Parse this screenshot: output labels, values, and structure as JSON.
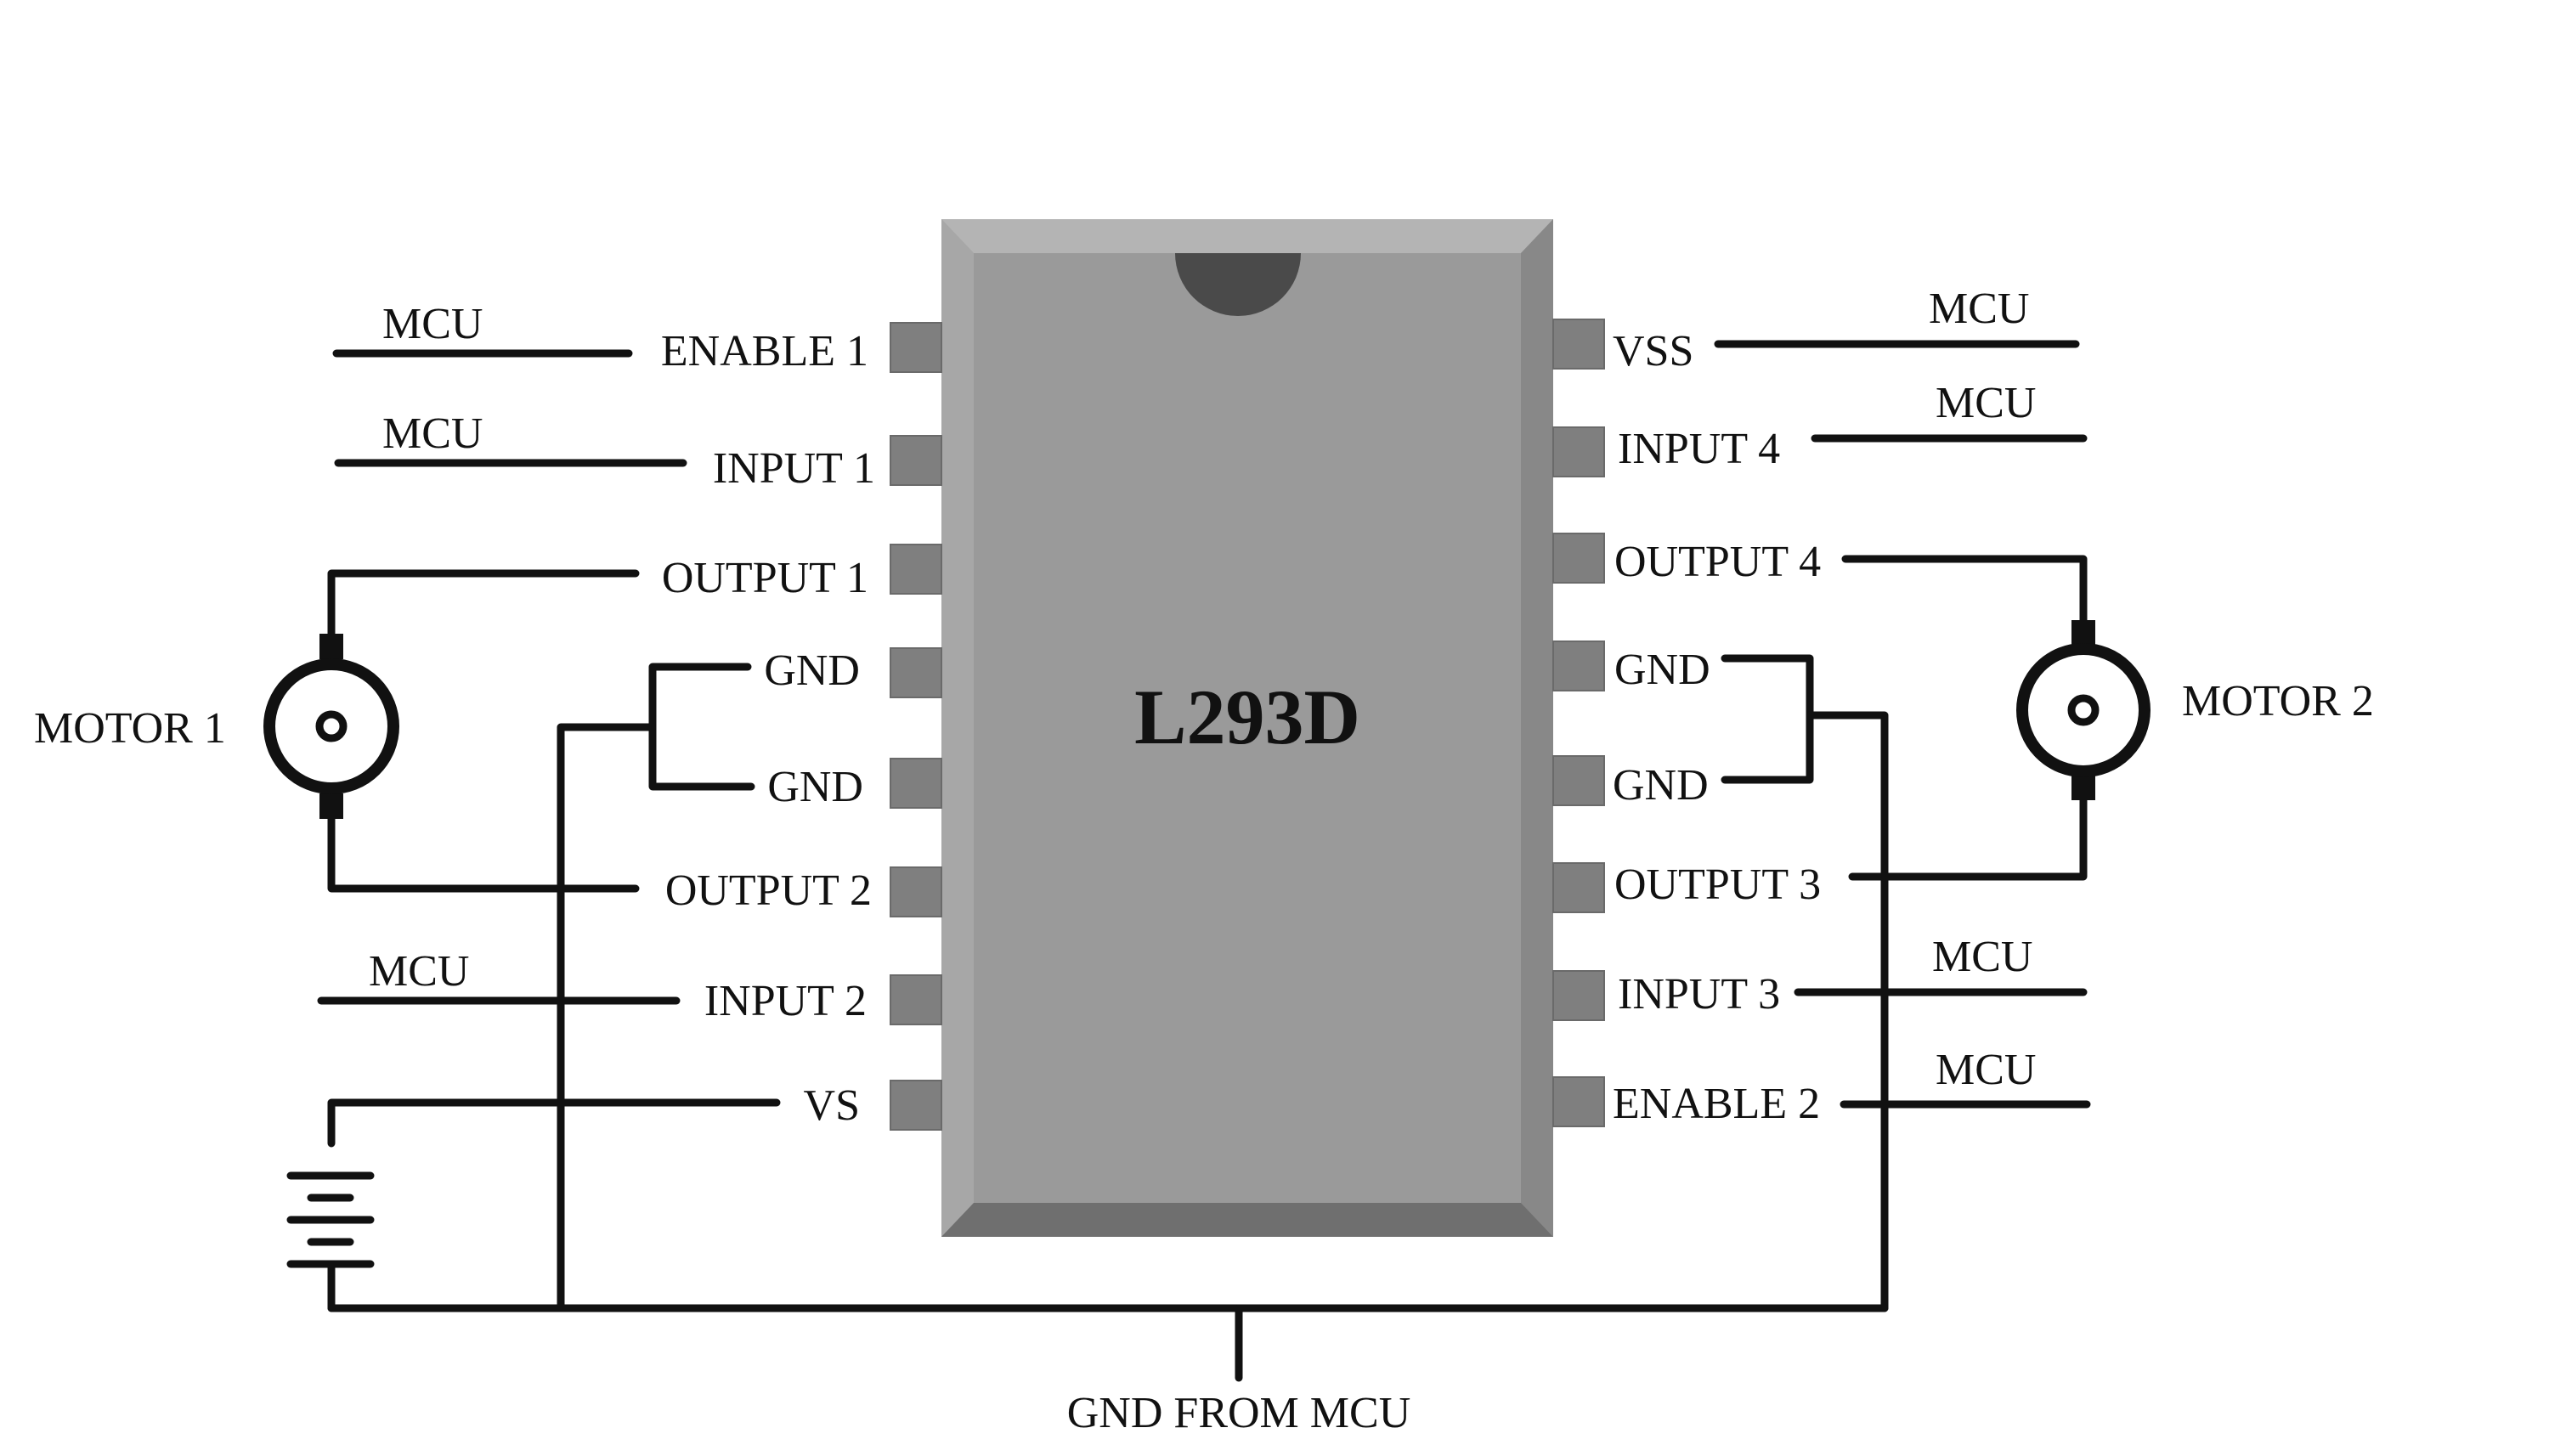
{
  "chip": {
    "name": "L293D",
    "body_color": "#9a9a9a",
    "pin_color": "#7f7f7f"
  },
  "pins": {
    "left": [
      "ENABLE 1",
      "INPUT 1",
      "OUTPUT 1",
      "GND",
      "GND",
      "OUTPUT 2",
      "INPUT 2",
      "VS"
    ],
    "right": [
      "VSS",
      "INPUT 4",
      "OUTPUT 4",
      "GND",
      "GND",
      "OUTPUT 3",
      "INPUT 3",
      "ENABLE 2"
    ]
  },
  "mcu_label": "MCU",
  "motors": {
    "left": "MOTOR 1",
    "right": "MOTOR 2"
  },
  "ground_label": "GND FROM MCU"
}
